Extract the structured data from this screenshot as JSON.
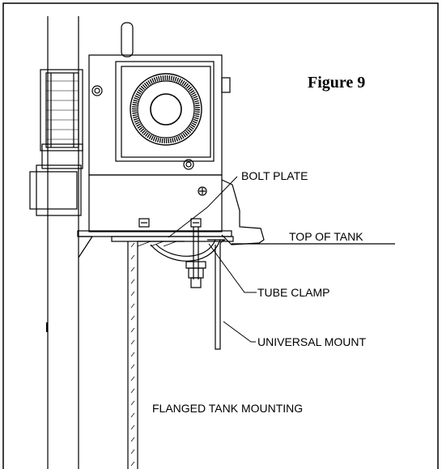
{
  "figure_title": "Figure 9",
  "labels": {
    "bolt_plate": "BOLT PLATE",
    "top_of_tank": "TOP OF TANK",
    "tube_clamp": "TUBE CLAMP",
    "universal_mount": "UNIVERSAL MOUNT",
    "flanged_tank_mounting": "FLANGED TANK MOUNTING"
  }
}
